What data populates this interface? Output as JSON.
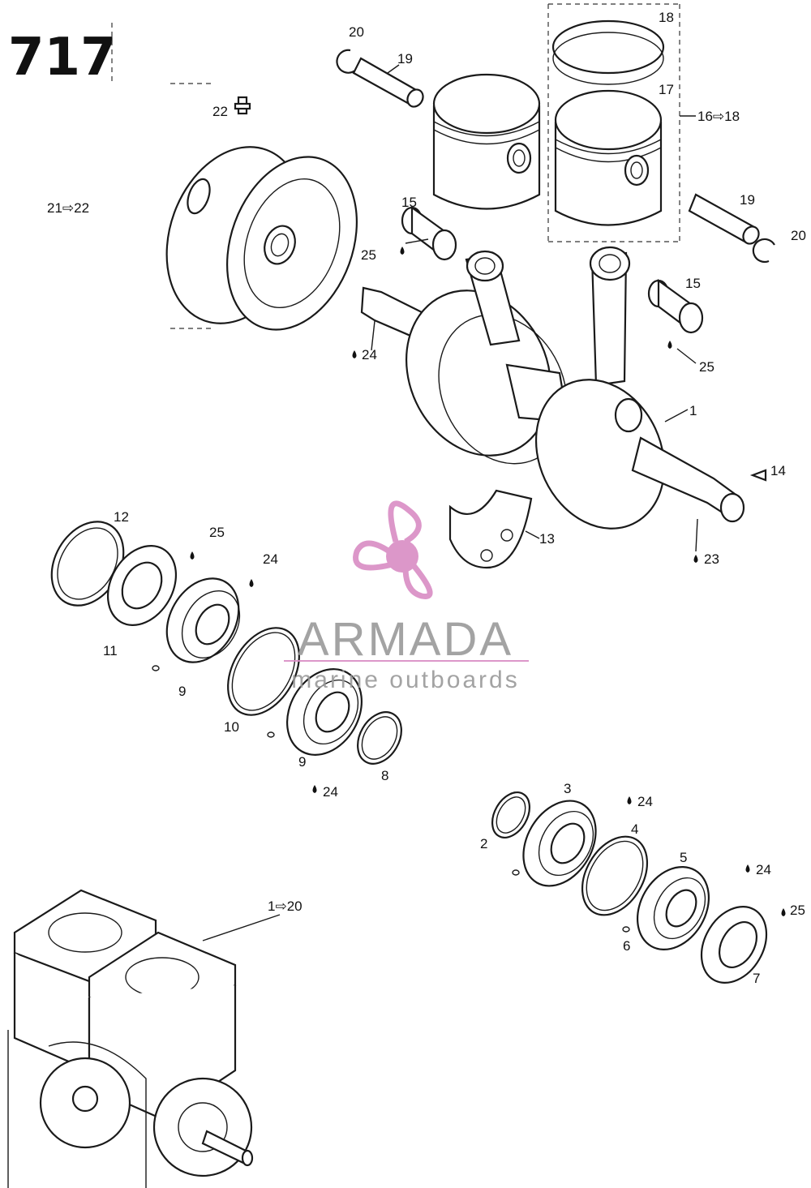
{
  "model_number": "717",
  "callouts": {
    "c1": "1",
    "c2": "2",
    "c3": "3",
    "c4": "4",
    "c5": "5",
    "c6": "6",
    "c7": "7",
    "c8": "8",
    "c9a": "9",
    "c9b": "9",
    "c10": "10",
    "c11": "11",
    "c12": "12",
    "c13": "13",
    "c14": "14",
    "c15a": "15",
    "c15b": "15",
    "c17": "17",
    "c18": "18",
    "c19a": "19",
    "c19b": "19",
    "c20a": "20",
    "c20b": "20",
    "c22": "22",
    "c23": "23",
    "c24a": "24",
    "c24b": "24",
    "c24c": "24",
    "c24d": "24",
    "c24e": "24",
    "c25a": "25",
    "c25b": "25",
    "c25c": "25",
    "c25d": "25",
    "range_16_18": "16⇨18",
    "range_21_22": "21⇨22",
    "range_1_20": "1⇨20"
  },
  "watermark": {
    "brand": "ARMADA",
    "tagline": "marine outboards",
    "color": "#d98cc4"
  },
  "colors": {
    "line": "#1a1a1a",
    "background": "#ffffff"
  }
}
